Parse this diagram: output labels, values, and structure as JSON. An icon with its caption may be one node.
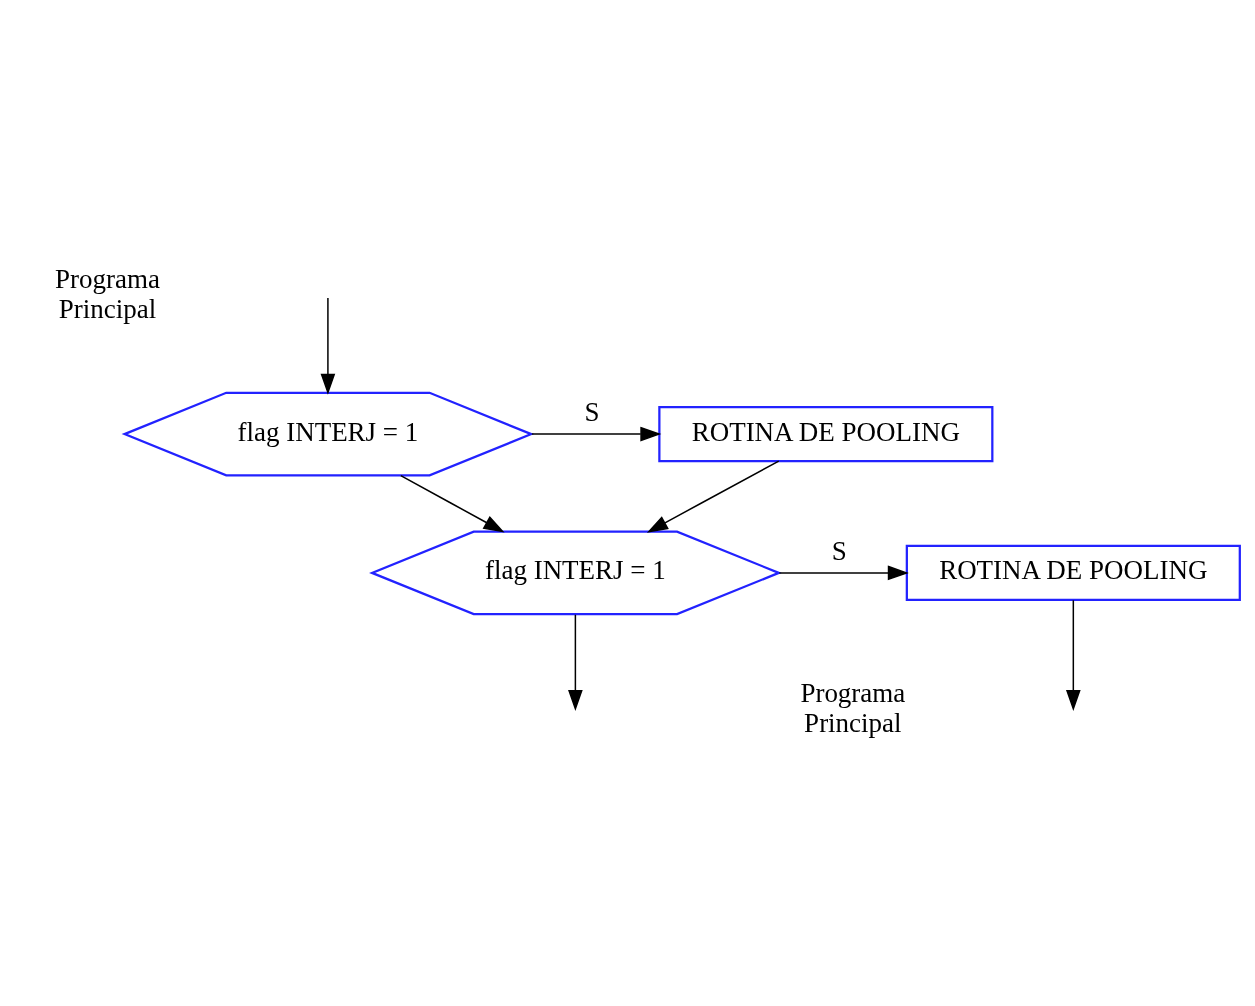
{
  "diagram": {
    "nodes": [
      {
        "text": [
          "flag INTERJ = 1"
        ]
      },
      {
        "text": [
          "ROTINA DE POOLING"
        ]
      },
      {
        "text": [
          "flag INTERJ = 1"
        ]
      },
      {
        "text": [
          "ROTINA DE POOLING"
        ]
      }
    ],
    "edges": [
      {
        "from": null,
        "to": 0,
        "arrow": "to"
      },
      {
        "from": 0,
        "to": 1,
        "label": "S",
        "arrow": "to"
      },
      {
        "from": 0,
        "to": 2,
        "arrow": "to"
      },
      {
        "from": 1,
        "to": 2,
        "arrow": "to"
      },
      {
        "from": 2,
        "to": 3,
        "label": "S",
        "arrow": "to"
      },
      {
        "from": 2,
        "to": null,
        "arrow": "to"
      },
      {
        "from": 3,
        "to": null,
        "arrow": "to"
      }
    ],
    "labels": [
      "Programa Principal",
      "Programa Principal"
    ]
  }
}
